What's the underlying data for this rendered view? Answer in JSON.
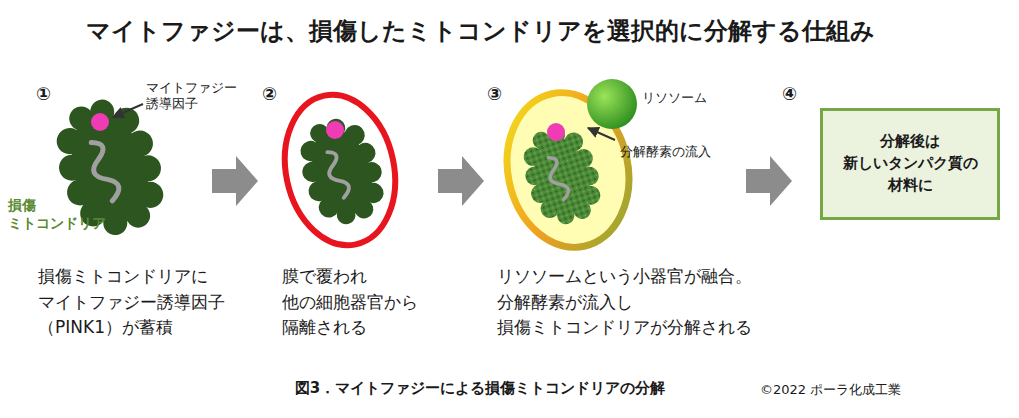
{
  "diagram": {
    "title": "マイトファジーは、損傷したミトコンドリアを選択的に分解する仕組み",
    "caption": "図3．マイトファジーによる損傷ミトコンドリアの分解",
    "nodes": [
      {
        "text": [
          "分解後は 新しいタンパク質の 材料に"
        ]
      }
    ],
    "labels": [
      "①",
      "マイトファジー 誘導因子",
      "損傷 ミトコンドリア",
      "②",
      "③",
      "リソソーム",
      "分解酵素の流入",
      "④",
      "損傷ミトコンドリアに マイトファジー誘導因子 （PINK1）が蓄積",
      "膜で覆われ 他の細胞器官から 隔離される",
      "リソソームという小器官が融合。 分解酵素が流入し 損傷ミトコンドリアが分解される",
      "©2022 ポーラ化成工業"
    ]
  }
}
